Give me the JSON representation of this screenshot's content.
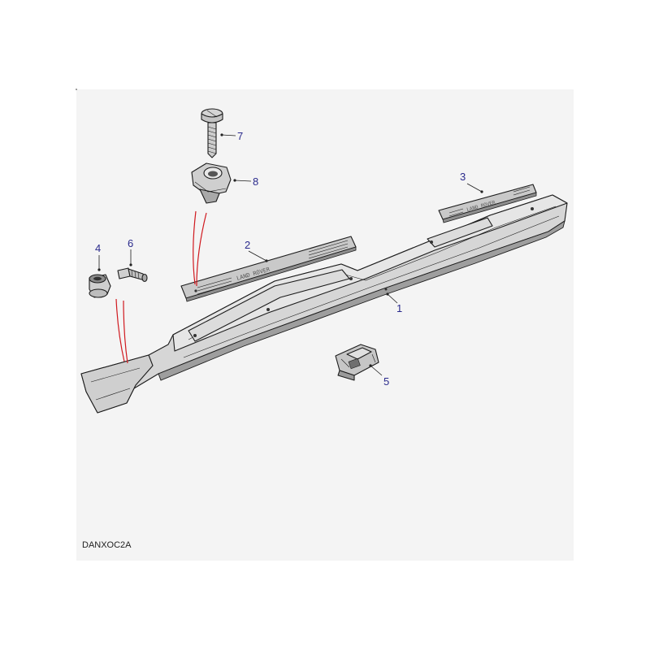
{
  "diagram": {
    "code": "DANXOC2A",
    "callouts": [
      "1",
      "2",
      "3",
      "4",
      "5",
      "6",
      "7",
      "8"
    ]
  },
  "colors": {
    "panel_bg": "#f4f4f4",
    "part_fill": "#d8d8d8",
    "part_shade": "#a9a9a9",
    "callout_text": "#2a2a8c",
    "guide_lines": "#d0191f"
  }
}
